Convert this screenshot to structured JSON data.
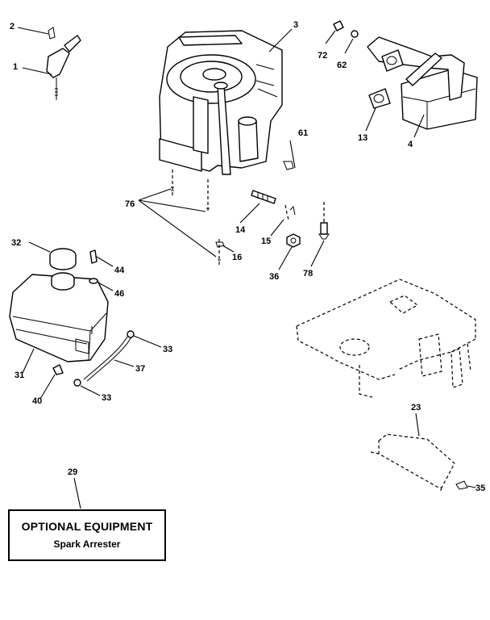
{
  "labels": {
    "p1": "1",
    "p2": "2",
    "p3": "3",
    "p4": "4",
    "p13": "13",
    "p14": "14",
    "p15": "15",
    "p16": "16",
    "p23": "23",
    "p29": "29",
    "p31": "31",
    "p32": "32",
    "p33a": "33",
    "p33b": "33",
    "p35": "35",
    "p36": "36",
    "p37": "37",
    "p40": "40",
    "p44": "44",
    "p46": "46",
    "p61": "61",
    "p62": "62",
    "p72": "72",
    "p76": "76",
    "p78": "78"
  },
  "optional_box": {
    "title": "OPTIONAL EQUIPMENT",
    "subtitle": "Spark Arrester"
  }
}
